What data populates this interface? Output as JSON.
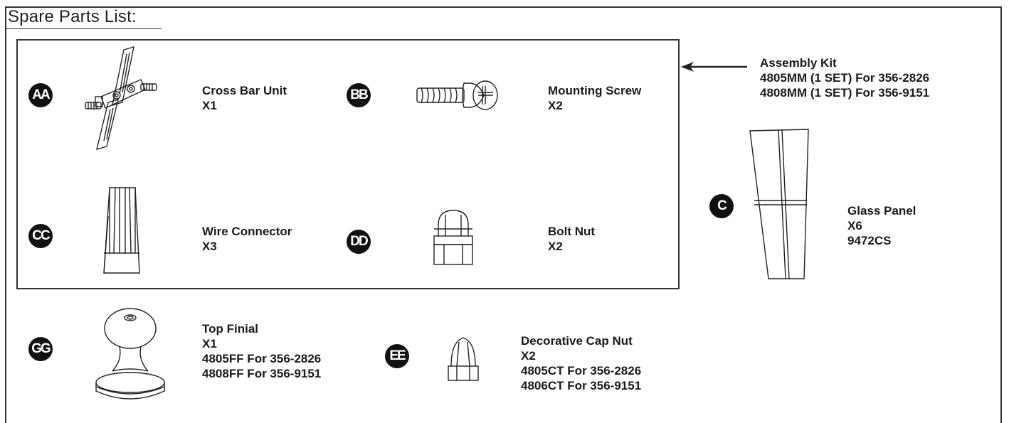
{
  "title": "Spare Parts List:",
  "assembly_kit": {
    "name": "Assembly Kit",
    "line1": "4805MM (1 SET) For 356-2826",
    "line2": "4808MM (1 SET) For 356-9151"
  },
  "parts": {
    "aa": {
      "badge": "AA",
      "name": "Cross Bar Unit",
      "qty": "X1"
    },
    "bb": {
      "badge": "BB",
      "name": "Mounting Screw",
      "qty": "X2"
    },
    "cc": {
      "badge": "CC",
      "name": "Wire Connector",
      "qty": "X3"
    },
    "dd": {
      "badge": "DD",
      "name": "Bolt Nut",
      "qty": "X2"
    },
    "c": {
      "badge": "C",
      "name": "Glass Panel",
      "qty": "X6",
      "code": "9472CS"
    },
    "gg": {
      "badge": "GG",
      "name": "Top Finial",
      "qty": "X1",
      "code1": "4805FF For 356-2826",
      "code2": "4808FF For 356-9151"
    },
    "ee": {
      "badge": "EE",
      "name": "Decorative Cap Nut",
      "qty": "X2",
      "code1": "4805CT For 356-2826",
      "code2": "4806CT For 356-9151"
    }
  },
  "icons": {
    "arrow": "left-arrow-icon",
    "cross_bar": "cross-bar-unit-icon",
    "screw": "mounting-screw-icon",
    "wire_connector": "wire-connector-icon",
    "bolt_nut": "bolt-nut-icon",
    "glass_panel": "glass-panel-icon",
    "finial": "top-finial-icon",
    "cap_nut": "cap-nut-icon"
  }
}
